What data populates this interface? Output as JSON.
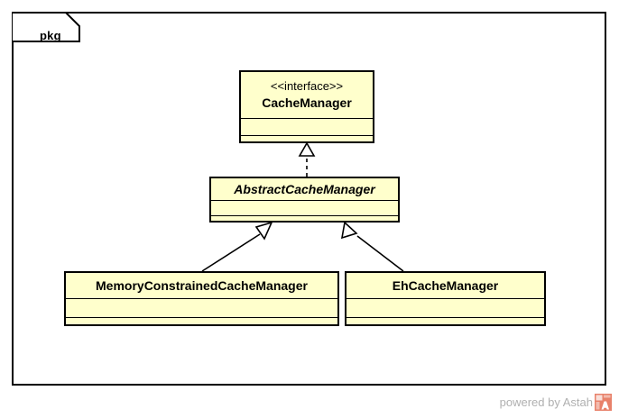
{
  "diagram": {
    "type": "uml-class-diagram",
    "package_label": "pkg",
    "background_color": "#ffffff",
    "frame_border_color": "#000000",
    "class_fill_color": "#ffffcc",
    "class_border_color": "#000000"
  },
  "classes": [
    {
      "id": "cachemanager",
      "stereotype": "<<interface>>",
      "name": "CacheManager",
      "kind": "interface",
      "abstract": false,
      "attributes": [],
      "operations": []
    },
    {
      "id": "abstractcachemanager",
      "stereotype": "",
      "name": "AbstractCacheManager",
      "kind": "class",
      "abstract": true,
      "attributes": [],
      "operations": []
    },
    {
      "id": "memoryconstrainedcachemanager",
      "stereotype": "",
      "name": "MemoryConstrainedCacheManager",
      "kind": "class",
      "abstract": false,
      "attributes": [],
      "operations": []
    },
    {
      "id": "ehcachemanager",
      "stereotype": "",
      "name": "EhCacheManager",
      "kind": "class",
      "abstract": false,
      "attributes": [],
      "operations": []
    }
  ],
  "relationships": [
    {
      "id": "realization-abstract-to-interface",
      "type": "realization",
      "line_style": "dashed",
      "arrowhead": "hollow-triangle",
      "source": "AbstractCacheManager",
      "target": "CacheManager"
    },
    {
      "id": "generalization-memory-to-abstract",
      "type": "generalization",
      "line_style": "solid",
      "arrowhead": "hollow-triangle",
      "source": "MemoryConstrainedCacheManager",
      "target": "AbstractCacheManager"
    },
    {
      "id": "generalization-ehcache-to-abstract",
      "type": "generalization",
      "line_style": "solid",
      "arrowhead": "hollow-triangle",
      "source": "EhCacheManager",
      "target": "AbstractCacheManager"
    }
  ],
  "watermark": {
    "text": "powered by Astah",
    "logo_color": "#e8816a",
    "text_color": "#b0b0b0"
  }
}
